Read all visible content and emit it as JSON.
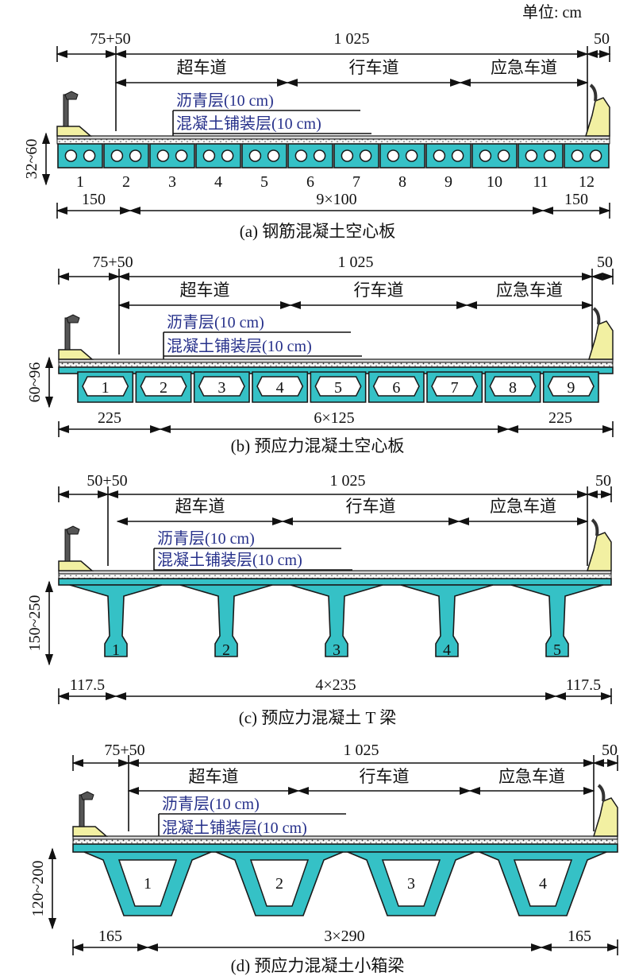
{
  "unit_label": "单位: cm",
  "colors": {
    "girder": "#35c1c6",
    "barrier": "#f2f0a2",
    "layer_text": "#26308a"
  },
  "panels": [
    {
      "id": "a",
      "caption": "(a) 钢筋混凝土空心板",
      "top_dims": {
        "left": "75+50",
        "middle": "1 025",
        "right": "50"
      },
      "lanes": [
        "超车道",
        "行车道",
        "应急车道"
      ],
      "layers": [
        "沥青层(10 cm)",
        "混凝土铺装层(10 cm)"
      ],
      "height_label": "32~60",
      "girder_numbers": [
        "1",
        "2",
        "3",
        "4",
        "5",
        "6",
        "7",
        "8",
        "9",
        "10",
        "11",
        "12"
      ],
      "bottom_dims": {
        "left": "150",
        "middle": "9×100",
        "right": "150"
      }
    },
    {
      "id": "b",
      "caption": "(b) 预应力混凝土空心板",
      "top_dims": {
        "left": "75+50",
        "middle": "1 025",
        "right": "50"
      },
      "lanes": [
        "超车道",
        "行车道",
        "应急车道"
      ],
      "layers": [
        "沥青层(10 cm)",
        "混凝土铺装层(10 cm)"
      ],
      "height_label": "60~96",
      "girder_numbers": [
        "1",
        "2",
        "3",
        "4",
        "5",
        "6",
        "7",
        "8",
        "9"
      ],
      "bottom_dims": {
        "left": "225",
        "middle": "6×125",
        "right": "225"
      }
    },
    {
      "id": "c",
      "caption": "(c) 预应力混凝土 T 梁",
      "top_dims": {
        "left": "50+50",
        "middle": "1 025",
        "right": "50"
      },
      "lanes": [
        "超车道",
        "行车道",
        "应急车道"
      ],
      "layers": [
        "沥青层(10 cm)",
        "混凝土铺装层(10 cm)"
      ],
      "height_label": "150~250",
      "girder_numbers": [
        "1",
        "2",
        "3",
        "4",
        "5"
      ],
      "bottom_dims": {
        "left": "117.5",
        "middle": "4×235",
        "right": "117.5"
      }
    },
    {
      "id": "d",
      "caption": "(d) 预应力混凝土小箱梁",
      "top_dims": {
        "left": "75+50",
        "middle": "1 025",
        "right": "50"
      },
      "lanes": [
        "超车道",
        "行车道",
        "应急车道"
      ],
      "layers": [
        "沥青层(10 cm)",
        "混凝土铺装层(10 cm)"
      ],
      "height_label": "120~200",
      "girder_numbers": [
        "1",
        "2",
        "3",
        "4"
      ],
      "bottom_dims": {
        "left": "165",
        "middle": "3×290",
        "right": "165"
      }
    }
  ]
}
